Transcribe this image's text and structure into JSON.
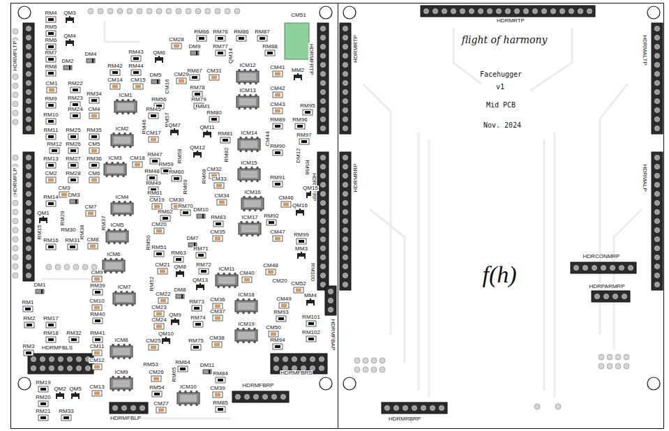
{
  "diagram": {
    "labels": [
      "HDRMFLTP",
      "RM4",
      "QM3",
      "RM5",
      "QM4",
      "RM6",
      "RM7",
      "DM2",
      "RM8",
      "DM4",
      "RM43",
      "QM6",
      "CM28",
      "RM66",
      "DM9",
      "RM76",
      "RM77",
      "QM14",
      "RM86",
      "RM87",
      "RM88",
      "CM51",
      "HDRMFRTP",
      "RM42",
      "RM44",
      "DM5",
      "RM67",
      "CM31",
      "ICM12",
      "CM41",
      "MM2",
      "CM1",
      "RM22",
      "CM14",
      "CM15",
      "CM16",
      "CM29",
      "RM78",
      "ICM13",
      "CM42",
      "RM9",
      "RM23",
      "RM34",
      "ICM1",
      "RM56",
      "RM79",
      "MM1",
      "CM43",
      "RM95",
      "CM4",
      "RM24",
      "RM10",
      "RM45",
      "RM80",
      "RM89",
      "RM96",
      "RM57",
      "QM7",
      "RM46",
      "QM11",
      "CM17",
      "RM97",
      "RM81",
      "ICM14",
      "CM44",
      "RM11",
      "RM25",
      "RM35",
      "ICM2",
      "RM12",
      "RM26",
      "CM5",
      "QM12",
      "RM82",
      "RM90",
      "DM12",
      "RM47",
      "RM58",
      "RM13",
      "RM27",
      "RM36",
      "ICM3",
      "CM18",
      "ICM15",
      "RM98",
      "HDRMFRP",
      "RM59",
      "RM48",
      "RM60",
      "RM68",
      "CM32",
      "CM33",
      "RM91",
      "CM2",
      "RM28",
      "CM6",
      "RM49",
      "RM69",
      "QM15",
      "CM3",
      "RM61",
      "ICM16",
      "CM34",
      "DM3",
      "RM14",
      "ICM4",
      "CM19",
      "CM30",
      "CM46",
      "RM70",
      "QM16",
      "DM10",
      "CM7",
      "RM62",
      "QM1",
      "RM29",
      "RM92",
      "RM83",
      "ICM17",
      "RM37",
      "CM20",
      "ICM5",
      "RM15",
      "RM38",
      "RM30",
      "CM47",
      "CM35",
      "RM99",
      "RM16",
      "RM31",
      "CM8",
      "RM50",
      "DM7",
      "RM51",
      "RM71",
      "MM3",
      "RM63",
      "ICM6",
      "RM100",
      "CM21",
      "RM72",
      "QM8",
      "CM48",
      "ICM11",
      "CM40",
      "CM9",
      "QM13",
      "CM20",
      "CM52",
      "RM52",
      "DM1",
      "RM39",
      "ICM7",
      "DM8",
      "CM22",
      "ICM18",
      "MM4",
      "CM49",
      "RM73",
      "CM36",
      "CM10",
      "RM1",
      "CM23",
      "CM37",
      "RM93",
      "RM40",
      "QM9",
      "RM101",
      "RM74",
      "RM2",
      "RM17",
      "CM24",
      "ICM19",
      "CM50",
      "RM102",
      "QM10",
      "RM18",
      "RM32",
      "RM41",
      "RM94",
      "CM38",
      "ICM8",
      "RM75",
      "CM25",
      "CM11",
      "RM3",
      "HDRMFBLS",
      "RM53",
      "RM64",
      "DM11",
      "RM65",
      "CM26",
      "RM84",
      "HDRMFBRS",
      "CM12",
      "ICM9",
      "RM19",
      "CM13",
      "RM54",
      "ICM10",
      "CM39",
      "QM2",
      "QM5",
      "RM20",
      "RM85",
      "CM27",
      "HDRMFBRP",
      "RM21",
      "RM33",
      "HDRMFBLP",
      "HDRMFLP",
      "HDRMFBAP",
      "HDRMRTP",
      "flight of harmony",
      "Facehugger",
      "v1",
      "Mid PCB",
      "Nov. 2024",
      "HDRMRTP",
      "HDRMALTP",
      "HDRMRRP",
      "HDRMALP",
      "HDRCONMRP",
      "HDRPARMRP",
      "f(h)",
      "HDRMRBRP"
    ]
  }
}
